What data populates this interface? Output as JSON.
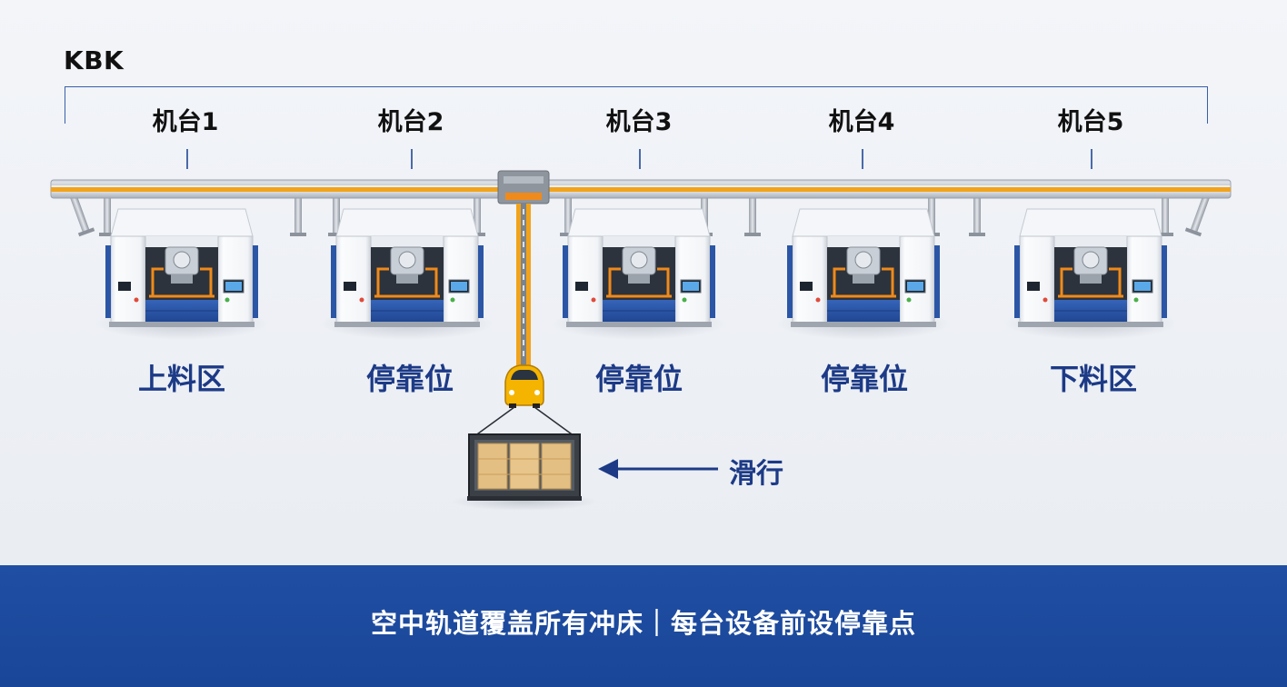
{
  "system_label": "KBK",
  "machines": [
    {
      "label": "机台1",
      "zone": "上料区"
    },
    {
      "label": "机台2",
      "zone": "停靠位"
    },
    {
      "label": "机台3",
      "zone": "停靠位"
    },
    {
      "label": "机台4",
      "zone": "停靠位"
    },
    {
      "label": "机台5",
      "zone": "下料区"
    }
  ],
  "slide_label": "滑行",
  "footer_text": "空中轨道覆盖所有冲床｜每台设备前设停靠点",
  "colors": {
    "accent_blue": "#1c3a86",
    "footer_blue": "#1f4ea3",
    "rail_orange": "#f2a31b",
    "machine_blue": "#2a55a8",
    "vehicle_yellow": "#f5b400"
  },
  "icons": {
    "vehicle": "car-icon",
    "arrow": "arrow-left-icon"
  }
}
